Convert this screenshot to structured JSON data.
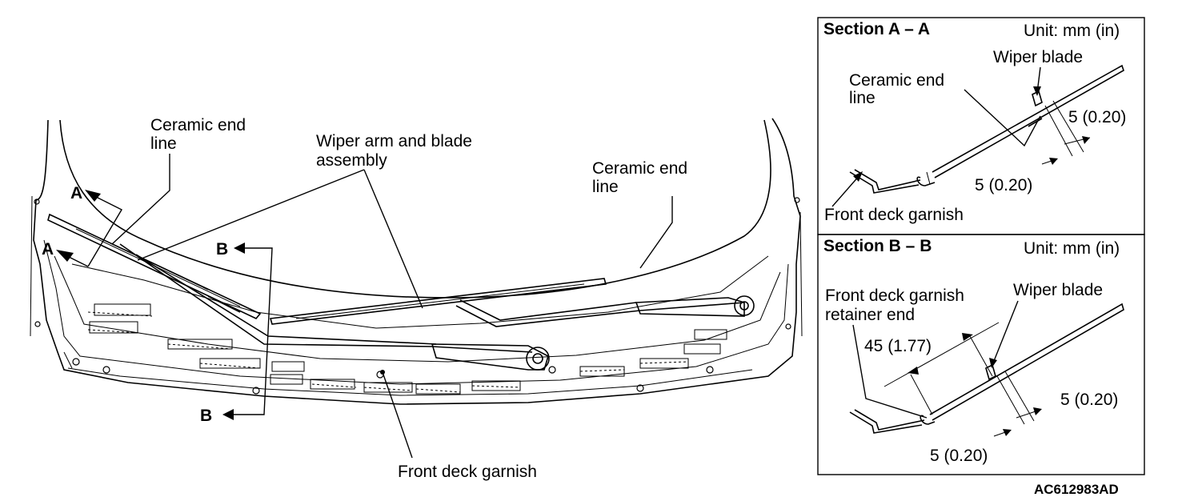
{
  "main": {
    "ceramic_end_line_left": [
      "Ceramic end",
      "line"
    ],
    "wiper_arm_blade": [
      "Wiper arm and blade",
      "assembly"
    ],
    "ceramic_end_line_right": [
      "Ceramic end",
      "line"
    ],
    "front_deck_garnish": "Front deck garnish",
    "section_marker_a": "A",
    "section_marker_b": "B"
  },
  "section_a": {
    "title": "Section A – A",
    "unit": "Unit: mm (in)",
    "wiper_blade": "Wiper blade",
    "ceramic_end_line": [
      "Ceramic end",
      "line"
    ],
    "dim_1": "5 (0.20)",
    "dim_2": "5 (0.20)",
    "front_deck_garnish": "Front deck garnish"
  },
  "section_b": {
    "title": "Section B – B",
    "unit": "Unit: mm (in)",
    "retainer_end": [
      "Front deck garnish",
      "retainer end"
    ],
    "wiper_blade": "Wiper blade",
    "dim_45": "45 (1.77)",
    "dim_1": "5 (0.20)",
    "dim_2": "5 (0.20)"
  },
  "figure_code": "AC612983AD"
}
